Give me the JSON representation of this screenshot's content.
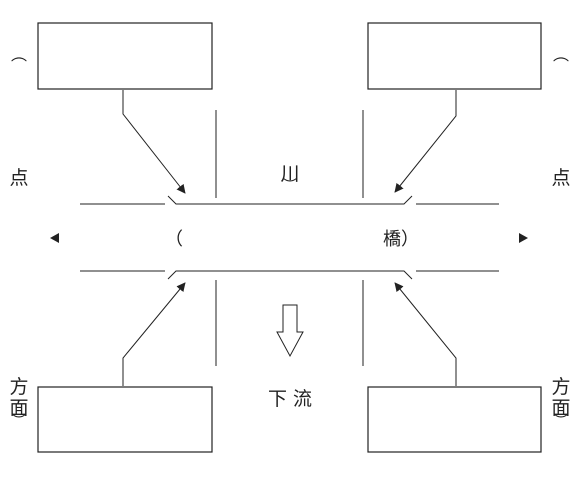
{
  "labels": {
    "river": "川",
    "bridge_open": "（",
    "bridge_name": "橋）",
    "downstream": "下 流",
    "left_point": "点",
    "right_point": "点",
    "left_top_bracket": "︵",
    "right_top_bracket": "︵",
    "left_bottom_col": [
      "方",
      "面",
      "︶"
    ],
    "right_bottom_col": [
      "方",
      "面",
      "︶"
    ],
    "river_bracket": "︶"
  },
  "colors": {
    "line": "#222222",
    "background": "#ffffff"
  },
  "icons": {
    "left_arrow": "triangle-left-icon",
    "right_arrow": "triangle-right-icon",
    "flow_arrow": "hollow-down-arrow-icon"
  }
}
